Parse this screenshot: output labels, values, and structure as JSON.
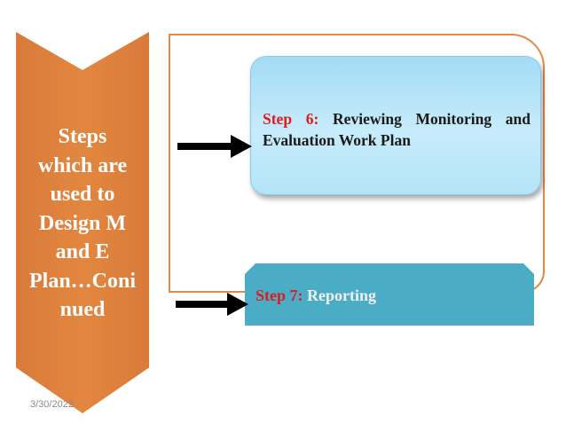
{
  "chevron": {
    "text_lines": [
      "Steps",
      "which are",
      "used to",
      "Design M",
      "and E",
      "Plan…Coni",
      "nued"
    ]
  },
  "step6": {
    "label": "Step 6:",
    "text": "Reviewing Monitoring and Evaluation Work Plan"
  },
  "step7": {
    "label": "Step 7:",
    "text": "Reporting"
  },
  "footer": {
    "date": "3/30/2022"
  },
  "colors": {
    "chevron": "#e2873f",
    "bracket": "#e0894a",
    "step6_fill": "#c7ecfb",
    "step7_fill": "#4bacc6",
    "step_label": "#e01b1b",
    "arrow": "#000000"
  },
  "icons": [
    "right-arrow-icon",
    "right-arrow-icon"
  ]
}
